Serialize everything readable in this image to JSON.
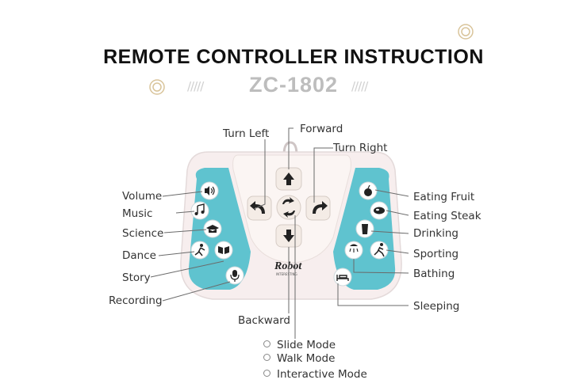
{
  "title": "REMOTE CONTROLLER INSTRUCTION",
  "model": "ZC-1802",
  "hatch_left": "/////",
  "hatch_right": "/////",
  "remote_logo": "Robot",
  "remote_subtitle": "INTERESTING",
  "labels": {
    "turn_left": "Turn Left",
    "forward": "Forward",
    "turn_right": "Turn Right",
    "backward": "Backward",
    "volume": "Volume",
    "music": "Music",
    "science": "Science",
    "dance": "Dance",
    "story": "Story",
    "recording": "Recording",
    "eating_fruit": "Eating Fruit",
    "eating_steak": "Eating Steak",
    "drinking": "Drinking",
    "sporting": "Sporting",
    "bathing": "Bathing",
    "sleeping": "Sleeping"
  },
  "modes": [
    "Slide Mode",
    "Walk Mode",
    "Interactive Mode"
  ],
  "colors": {
    "accent": "#5fc3cf",
    "body": "#f7eeee",
    "arrow_btn": "#f4ece6",
    "icon_btn": "#ffffff"
  },
  "icons": {
    "volume": "speaker-icon",
    "music": "music-note-icon",
    "science": "graduation-cap-icon",
    "dance": "dancer-icon",
    "story": "book-icon",
    "recording": "microphone-icon",
    "eating_fruit": "apple-icon",
    "eating_steak": "steak-icon",
    "drinking": "cup-icon",
    "sporting": "runner-icon",
    "bathing": "shower-icon",
    "sleeping": "bed-icon"
  }
}
